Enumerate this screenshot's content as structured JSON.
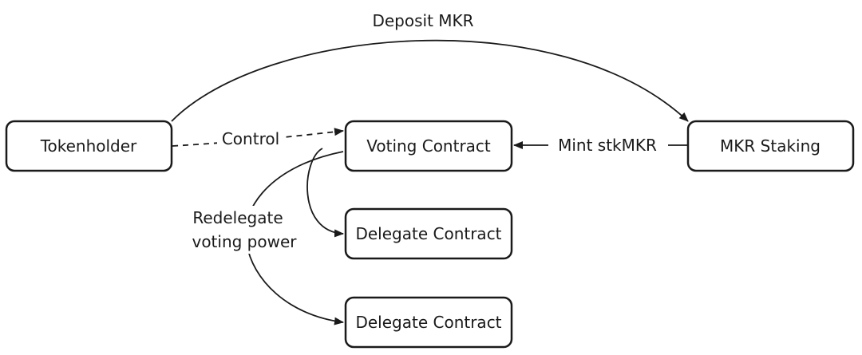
{
  "colors": {
    "stroke": "#1a1a1a",
    "background": "#ffffff"
  },
  "nodes": {
    "tokenholder": "Tokenholder",
    "voting_contract": "Voting Contract",
    "mkr_staking": "MKR Staking",
    "delegate_contract_1": "Delegate Contract",
    "delegate_contract_2": "Delegate Contract"
  },
  "edges": {
    "deposit": "Deposit MKR",
    "control": "Control",
    "mint": "Mint stkMKR",
    "redelegate_line1": "Redelegate",
    "redelegate_line2": "voting power"
  }
}
